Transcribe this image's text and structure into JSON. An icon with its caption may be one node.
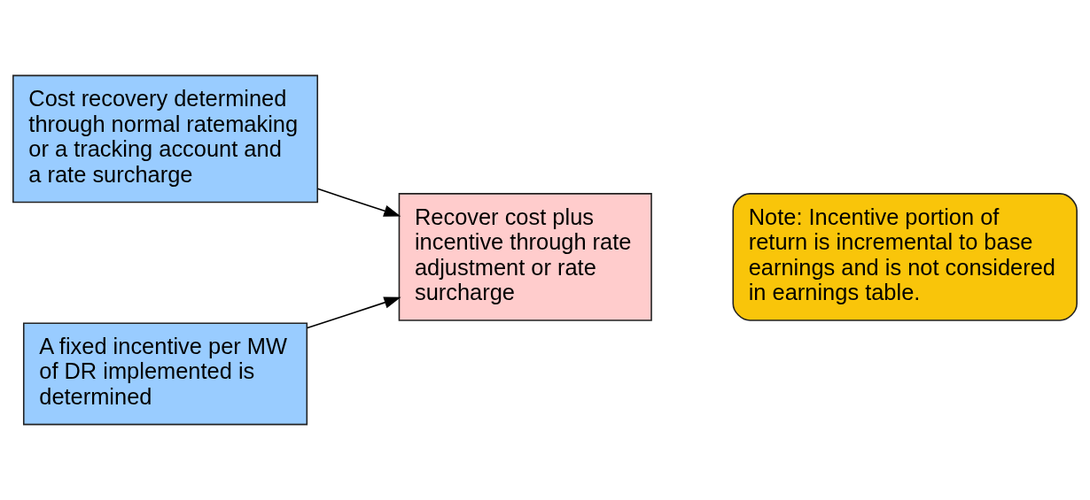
{
  "diagram": {
    "nodes": [
      {
        "text": [
          "Cost recovery determined through normal ratemaking or a tracking account and a rate surcharge"
        ]
      },
      {
        "text": [
          "A fixed incentive per MW of DR implemented is determined"
        ]
      },
      {
        "text": [
          "Recover cost plus incentive through rate adjustment or rate surcharge"
        ]
      },
      {
        "text": [
          "Note: Incentive portion of return is incremental to base earnings and is not considered in earnings table."
        ]
      }
    ],
    "edges": [
      {
        "from": 0,
        "to": 2,
        "arrow": "to"
      },
      {
        "from": 1,
        "to": 2,
        "arrow": "to"
      }
    ]
  }
}
